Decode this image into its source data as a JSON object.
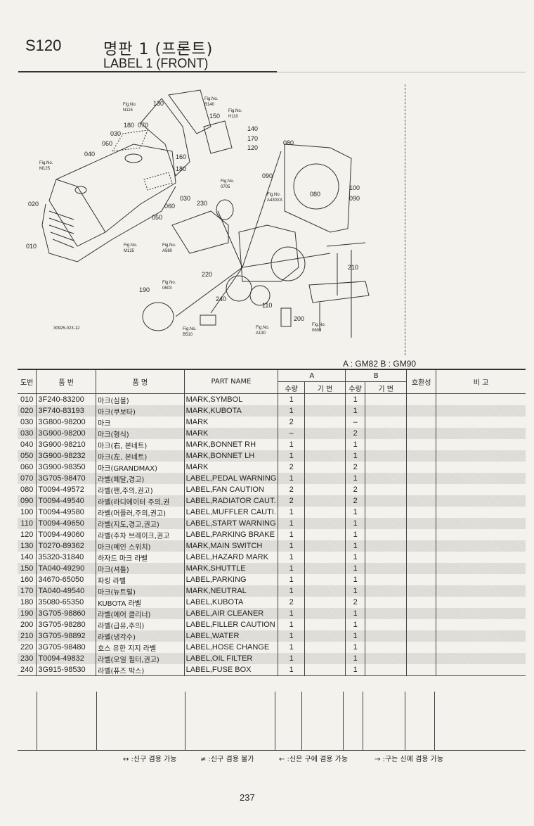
{
  "header": {
    "code": "S120",
    "title_ko": "명판 1  (프론트)",
    "title_en": "LABEL 1 (FRONT)"
  },
  "diagram": {
    "drawing_no": "30925-023-12",
    "callouts": [
      "130",
      "Fig.No.",
      "N115",
      "Fig.No.",
      "B140",
      "150",
      "Fig.No.",
      "H110",
      "180",
      "070",
      "030",
      "060",
      "040",
      "Fig.No.",
      "M125",
      "140",
      "170",
      "120",
      "160",
      "180",
      "080",
      "090",
      "Fig.No.",
      "0705",
      "Fig.No.",
      "A430XX",
      "080",
      "100",
      "090",
      "030",
      "230",
      "060",
      "020",
      "050",
      "010",
      "Fig.No.",
      "M125",
      "Fig.No.",
      "A580",
      "220",
      "Fig.No.",
      "0603",
      "190",
      "240",
      "210",
      "110",
      "200",
      "Fig.No.",
      "B510",
      "Fig.No.",
      "A130",
      "Fig.No.",
      "0603"
    ]
  },
  "models": "A : GM82   B : GM90",
  "table": {
    "headers": {
      "no": "도번",
      "part_no": "품  번",
      "name_ko": "품        명",
      "part_name": "PART NAME",
      "a": "A",
      "b": "B",
      "qty": "수량",
      "serial": "기 번",
      "compat": "호환성",
      "remarks": "비      고"
    },
    "rows": [
      {
        "no": "010",
        "part_no": "3F240-83200",
        "name_ko": "마크(심볼)",
        "part_name": "MARK,SYMBOL",
        "qty_a": "1",
        "qty_b": "1"
      },
      {
        "no": "020",
        "part_no": "3F740-83193",
        "name_ko": "마크(쿠보타)",
        "part_name": "MARK,KUBOTA",
        "qty_a": "1",
        "qty_b": "1"
      },
      {
        "no": "030",
        "part_no": "3G800-98200",
        "name_ko": "마크",
        "part_name": "MARK",
        "qty_a": "2",
        "qty_b": "–"
      },
      {
        "no": "030",
        "part_no": "3G900-98200",
        "name_ko": "마크(형식)",
        "part_name": "MARK",
        "qty_a": "–",
        "qty_b": "2"
      },
      {
        "no": "040",
        "part_no": "3G900-98210",
        "name_ko": "마크(右, 본네트)",
        "part_name": "MARK,BONNET RH",
        "qty_a": "1",
        "qty_b": "1"
      },
      {
        "no": "050",
        "part_no": "3G900-98232",
        "name_ko": "마크(左, 본네트)",
        "part_name": "MARK,BONNET LH",
        "qty_a": "1",
        "qty_b": "1"
      },
      {
        "no": "060",
        "part_no": "3G900-98350",
        "name_ko": "마크(GRANDMAX)",
        "part_name": "MARK",
        "qty_a": "2",
        "qty_b": "2"
      },
      {
        "no": "070",
        "part_no": "3G705-98470",
        "name_ko": "라벨(페달,경고)",
        "part_name": "LABEL,PEDAL WARNING",
        "qty_a": "1",
        "qty_b": "1"
      },
      {
        "no": "080",
        "part_no": "T0094-49572",
        "name_ko": "라벨(팬,주의,권고)",
        "part_name": "LABEL,FAN CAUTION",
        "qty_a": "2",
        "qty_b": "2"
      },
      {
        "no": "090",
        "part_no": "T0094-49540",
        "name_ko": "라벨(라디에이터 주의,권",
        "part_name": "LABEL,RADIATOR CAUT.",
        "qty_a": "2",
        "qty_b": "2"
      },
      {
        "no": "100",
        "part_no": "T0094-49580",
        "name_ko": "라벨(머플러,주의,권고)",
        "part_name": "LABEL,MUFFLER CAUTI.",
        "qty_a": "1",
        "qty_b": "1"
      },
      {
        "no": "110",
        "part_no": "T0094-49650",
        "name_ko": "라벨(지도,경고,권고)",
        "part_name": "LABEL,START WARNING",
        "qty_a": "1",
        "qty_b": "1"
      },
      {
        "no": "120",
        "part_no": "T0094-49060",
        "name_ko": "라벨(주차 브레이크,권고",
        "part_name": "LABEL,PARKING BRAKE",
        "qty_a": "1",
        "qty_b": "1"
      },
      {
        "no": "130",
        "part_no": "T0270-89362",
        "name_ko": "마크(메인 스위치)",
        "part_name": "MARK,MAIN SWITCH",
        "qty_a": "1",
        "qty_b": "1"
      },
      {
        "no": "140",
        "part_no": "35320-31840",
        "name_ko": "하자드 마크 라벨",
        "part_name": "LABEL,HAZARD MARK",
        "qty_a": "1",
        "qty_b": "1"
      },
      {
        "no": "150",
        "part_no": "TA040-49290",
        "name_ko": "마크(셔틀)",
        "part_name": "MARK,SHUTTLE",
        "qty_a": "1",
        "qty_b": "1"
      },
      {
        "no": "160",
        "part_no": "34670-65050",
        "name_ko": "파킹 라벨",
        "part_name": "LABEL,PARKING",
        "qty_a": "1",
        "qty_b": "1"
      },
      {
        "no": "170",
        "part_no": "TA040-49540",
        "name_ko": "마크(뉴트럴)",
        "part_name": "MARK,NEUTRAL",
        "qty_a": "1",
        "qty_b": "1"
      },
      {
        "no": "180",
        "part_no": "35080-65350",
        "name_ko": "KUBOTA 라벨",
        "part_name": "LABEL,KUBOTA",
        "qty_a": "2",
        "qty_b": "2"
      },
      {
        "no": "190",
        "part_no": "3G705-98860",
        "name_ko": "라벨(에어 클리너)",
        "part_name": "LABEL,AIR CLEANER",
        "qty_a": "1",
        "qty_b": "1"
      },
      {
        "no": "200",
        "part_no": "3G705-98280",
        "name_ko": "라벨(급유,주의)",
        "part_name": "LABEL,FILLER CAUTION",
        "qty_a": "1",
        "qty_b": "1"
      },
      {
        "no": "210",
        "part_no": "3G705-98892",
        "name_ko": "라벨(냉각수)",
        "part_name": "LABEL,WATER",
        "qty_a": "1",
        "qty_b": "1"
      },
      {
        "no": "220",
        "part_no": "3G705-98480",
        "name_ko": "호스 유한 지지 라벨",
        "part_name": "LABEL,HOSE CHANGE",
        "qty_a": "1",
        "qty_b": "1"
      },
      {
        "no": "230",
        "part_no": "T0094-49832",
        "name_ko": "라벨(오일 필터,권고)",
        "part_name": "LABEL,OIL FILTER",
        "qty_a": "1",
        "qty_b": "1"
      },
      {
        "no": "240",
        "part_no": "3G915-98530",
        "name_ko": "라벨(퓨즈 박스)",
        "part_name": "LABEL,FUSE BOX",
        "qty_a": "1",
        "qty_b": "1"
      }
    ]
  },
  "legend": [
    "↔ :신구 겸용 가능",
    "≠ :신구 겸용 불가",
    "← :신은 구에 겸용 가능",
    "→ :구는 신에 겸용 가능"
  ],
  "page_number": "237"
}
